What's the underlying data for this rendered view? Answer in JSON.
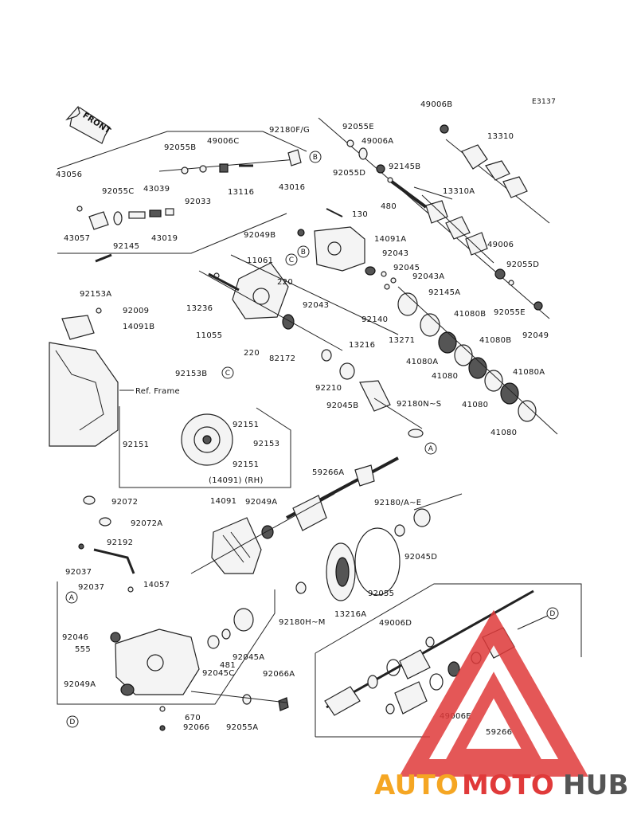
{
  "diagram_code": "E3137",
  "front_label": "FRONT",
  "ref_frame_label": "Ref. Frame",
  "rh_label": "(14091) (RH)",
  "callouts": {
    "A": "A",
    "B": "B",
    "C": "C",
    "D": "D"
  },
  "labels": [
    "43056",
    "92055B",
    "49006C",
    "92180F/G",
    "92055E",
    "49006B",
    "13310",
    "92055D",
    "49006A",
    "92145B",
    "13116",
    "43016",
    "92033",
    "43039",
    "92055C",
    "480",
    "13310A",
    "43057",
    "92145",
    "43019",
    "130",
    "92049B",
    "14091A",
    "49006",
    "92043",
    "92045",
    "92055D",
    "92153A",
    "11061",
    "220",
    "92043A",
    "92145A",
    "92009",
    "13236",
    "92043",
    "92140",
    "41080B",
    "92055E",
    "14091B",
    "11055",
    "220",
    "82172",
    "13216",
    "13271",
    "41080B",
    "92049",
    "92153B",
    "41080A",
    "41080A",
    "92210",
    "41080",
    "92045B",
    "41080",
    "92180N~S",
    "92151",
    "92153",
    "92151",
    "41080",
    "92151",
    "59266A",
    "92072",
    "14091",
    "92049A",
    "92180/A~E",
    "92072A",
    "92192",
    "92045D",
    "92037",
    "92055",
    "92037",
    "14057",
    "13216A",
    "92180H~M",
    "49006D",
    "92046",
    "555",
    "481",
    "92045A",
    "92045C",
    "92066A",
    "92049A",
    "670",
    "92066",
    "92055A",
    "49006E",
    "59266"
  ],
  "watermark": {
    "auto": "AUTO",
    "moto": "MOTO",
    "hub": "HUB",
    "color_orange": "#f5a623",
    "color_red": "#e03a3a",
    "color_grey": "#555555"
  }
}
